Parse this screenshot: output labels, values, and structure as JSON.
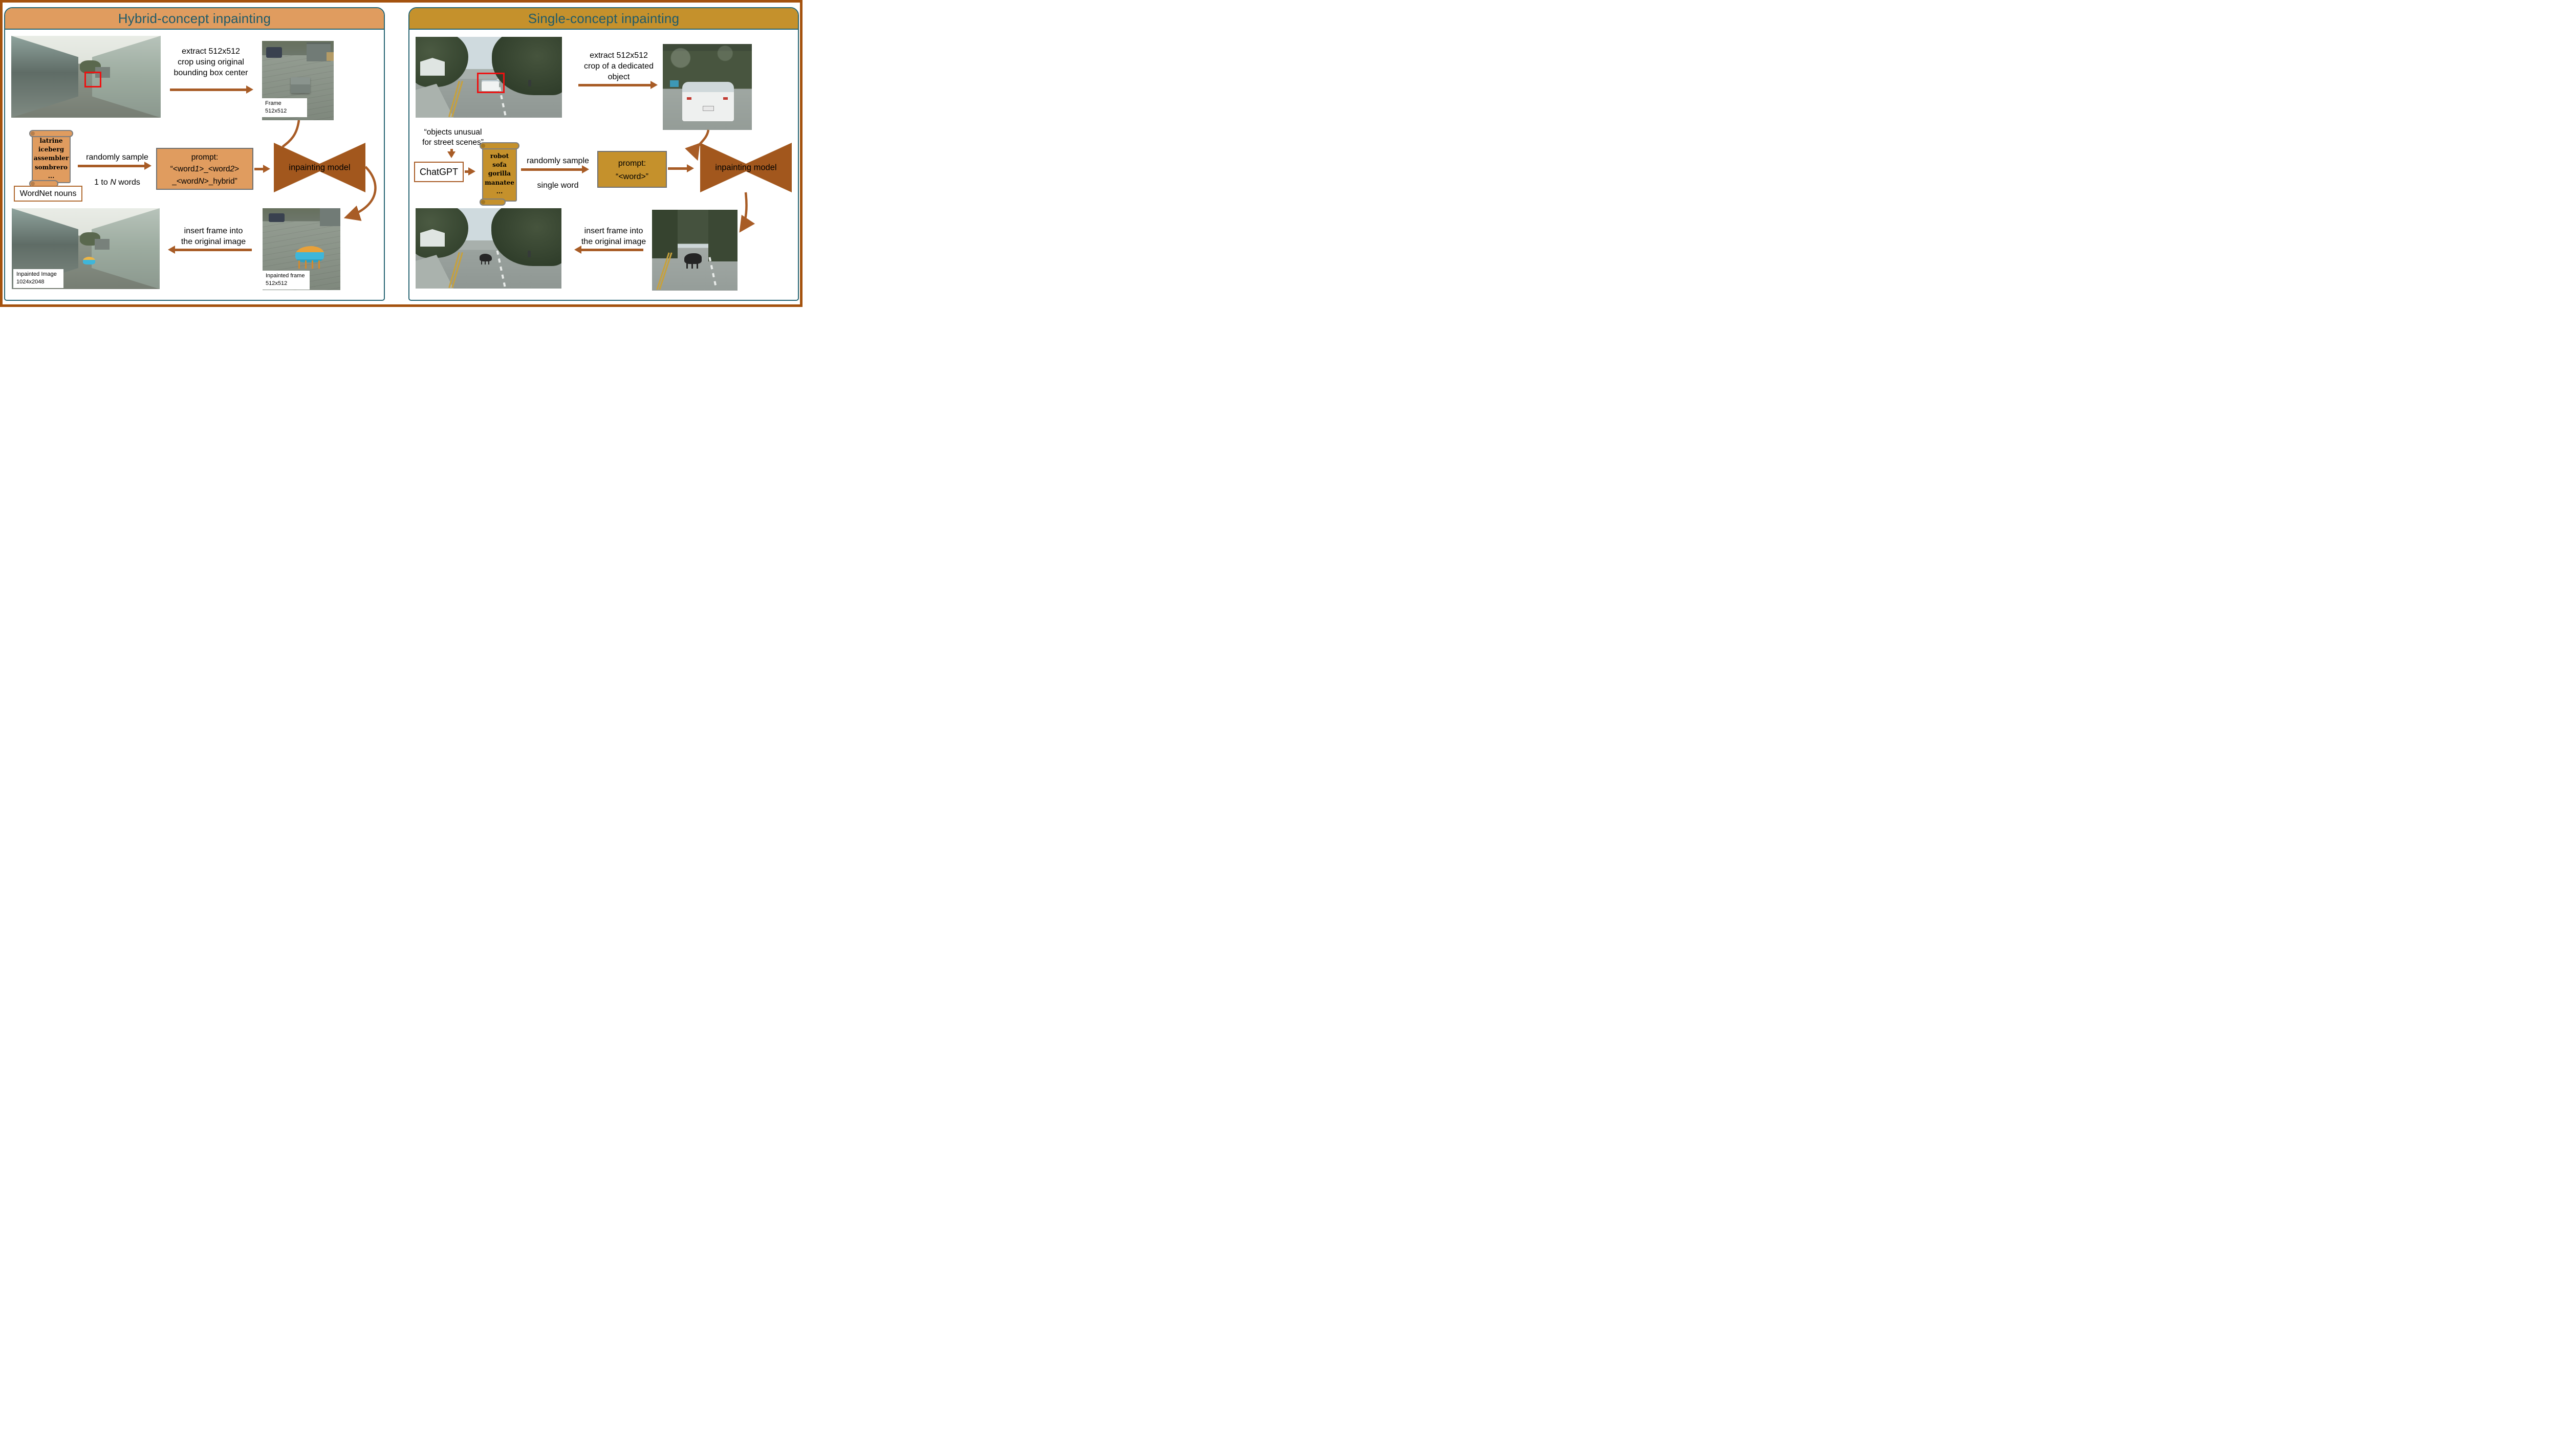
{
  "colors": {
    "outer_border": "#A4520E",
    "panel_border_teal": "#266472",
    "title_teal": "#1E5B6B",
    "hybrid_accent_orange": "#E09C5F",
    "single_accent_mustard": "#C5912C",
    "arrow_brown": "#A85C26",
    "model_brown": "#A2571D",
    "bbox_red": "#EE1111"
  },
  "left": {
    "title": "Hybrid-concept inpainting",
    "extract_lines": [
      "extract 512x512",
      "crop using original",
      "bounding box center"
    ],
    "frame_label_lines": [
      "Frame",
      "512x512"
    ],
    "scroll_words": [
      "latrine",
      "iceberg",
      "assembler",
      "sombrero",
      "..."
    ],
    "wordnet_label": "WordNet nouns",
    "sample_label": "randomly sample",
    "sample_sub_segments": [
      {
        "t": "1 to "
      },
      {
        "t": "N",
        "i": true
      },
      {
        "t": " words"
      }
    ],
    "prompt_line1": "prompt:",
    "prompt_line2_segments": [
      {
        "t": "“<word"
      },
      {
        "t": "1",
        "i": true
      },
      {
        "t": ">_<word"
      },
      {
        "t": "2",
        "i": true
      },
      {
        "t": ">"
      }
    ],
    "prompt_line3_segments": [
      {
        "t": "_<word"
      },
      {
        "t": "N",
        "i": true
      },
      {
        "t": ">_hybrid”"
      }
    ],
    "model_label": "inpainting model",
    "insert_lines": [
      "insert frame into",
      "the original image"
    ],
    "inpainted_frame_label_lines": [
      "Inpainted frame",
      "512x512"
    ],
    "inpainted_image_label_lines": [
      "Inpainted Image",
      "1024x2048"
    ]
  },
  "right": {
    "title": "Single-concept inpainting",
    "extract_lines": [
      "extract 512x512",
      "crop of a dedicated",
      "object"
    ],
    "quote_lines": [
      "“objects unusual",
      "for street scenes”"
    ],
    "chatgpt_label": "ChatGPT",
    "scroll_words": [
      "robot",
      "sofa",
      "gorilla",
      "manatee",
      "..."
    ],
    "sample_label": "randomly sample",
    "sample_sub": "single word",
    "prompt_line1": "prompt:",
    "prompt_line2": "“<word>”",
    "model_label": "inpainting model",
    "insert_lines": [
      "insert frame into",
      "the original image"
    ]
  }
}
